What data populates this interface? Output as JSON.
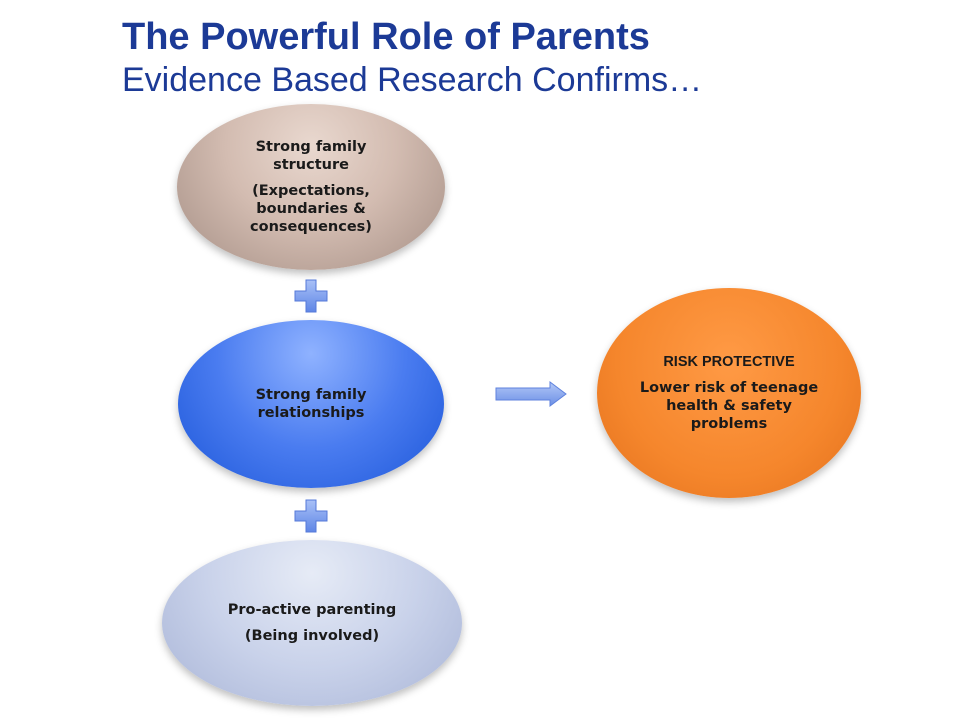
{
  "header": {
    "title": "The Powerful Role of Parents",
    "subtitle": "Evidence Based Research Confirms…"
  },
  "nodes": {
    "structure": {
      "line1": "Strong family structure",
      "line2": "(Expectations, boundaries & consequences)"
    },
    "relationships": {
      "line1": "Strong family relationships"
    },
    "parenting": {
      "line1": "Pro-active parenting",
      "line2": "(Being involved)"
    },
    "outcome": {
      "line1": "RISK PROTECTIVE",
      "line2": "Lower risk of teenage health & safety problems"
    }
  },
  "icons": {
    "connector_top": "plus-icon",
    "connector_bottom": "plus-icon",
    "result": "right-arrow-icon"
  },
  "colors": {
    "title": "#1c3a96",
    "structure": "#d3bcb1",
    "relationships": "#2e63e0",
    "parenting": "#c9d2ea",
    "outcome": "#f5862c",
    "connector": "#7a9cf0"
  }
}
